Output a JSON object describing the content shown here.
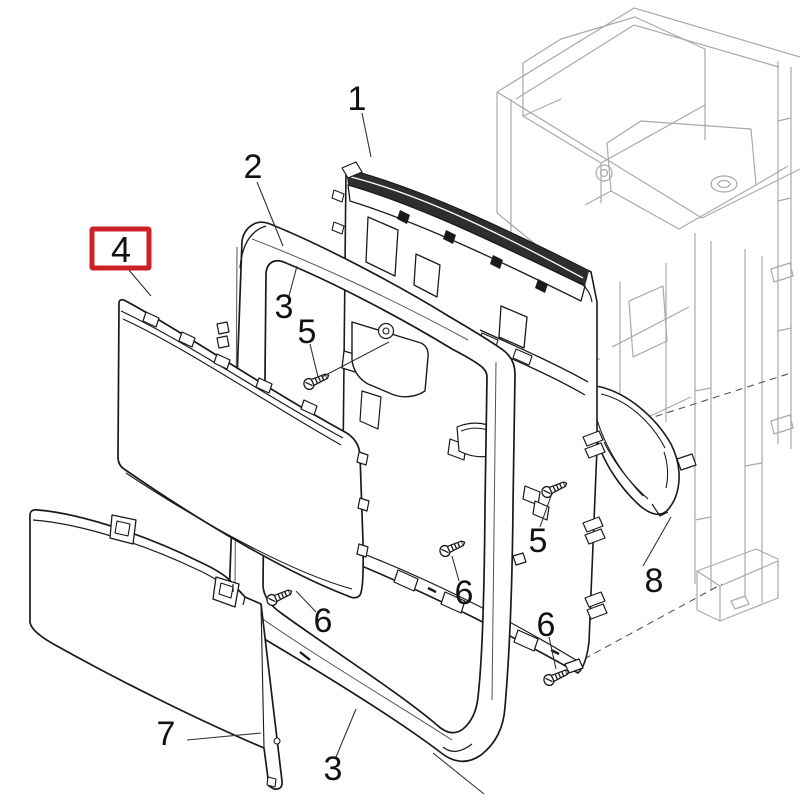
{
  "diagram": {
    "kind": "exploded-parts-diagram",
    "description": "Exploded view of front cover / bezel assembly with numbered part callouts; callout 4 is highlighted with a red box",
    "colors": {
      "background": "#ffffff",
      "part_line": "#1a1a1a",
      "ghost_line": "#a9a9a9",
      "highlight_box": "#cd2127",
      "label_text": "#111111"
    },
    "highlighted_callout": "4",
    "callouts": [
      {
        "id": "callout-1",
        "text": "1"
      },
      {
        "id": "callout-2",
        "text": "2"
      },
      {
        "id": "callout-3a",
        "text": "3"
      },
      {
        "id": "callout-3b",
        "text": "3"
      },
      {
        "id": "callout-4",
        "text": "4"
      },
      {
        "id": "callout-5a",
        "text": "5"
      },
      {
        "id": "callout-5b",
        "text": "5"
      },
      {
        "id": "callout-6a",
        "text": "6"
      },
      {
        "id": "callout-6b",
        "text": "6"
      },
      {
        "id": "callout-6c",
        "text": "6"
      },
      {
        "id": "callout-7",
        "text": "7"
      },
      {
        "id": "callout-8",
        "text": "8"
      }
    ]
  }
}
